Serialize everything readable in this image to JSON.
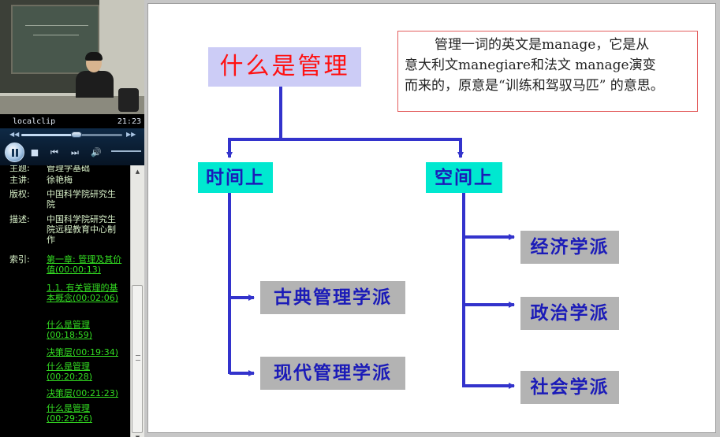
{
  "player": {
    "clip_name": "localclip",
    "clip_time": "21:23",
    "progress_fraction": 0.55,
    "seek_back_icon": "rewind-icon",
    "seek_forward_icon": "fast-forward-icon",
    "controls": {
      "pause_icon": "pause-icon",
      "stop_icon": "stop-icon",
      "prev_icon": "previous-track-icon",
      "next_icon": "next-track-icon",
      "volume_icon": "volume-icon"
    },
    "info": [
      {
        "label": "主题:",
        "value": "管理学基础"
      },
      {
        "label": "主讲:",
        "value": "徐艳梅"
      },
      {
        "label": "版权:",
        "value": "中国科学院研究生院"
      },
      {
        "label": "描述:",
        "value": "中国科学院研究生院远程教育中心制作"
      }
    ],
    "index_label": "索引:",
    "index_links": [
      "第一章: 管理及其价值(00:00:13)",
      "1.1. 有关管理的基本概念(00:02:06)",
      "什么是管理(00:18:59)",
      "决策层(00:19:34)",
      "什么是管理(00:20:28)",
      "决策层(00:21:23)",
      "什么是管理(00:29:26)"
    ]
  },
  "slide": {
    "title": "什么是管理",
    "note_lines": [
      "管理一词的英文是manage，它是从",
      "意大利文manegiare和法文 manage演变",
      "而来的，原意是“训练和驾驭马匹” 的意思。"
    ],
    "branches": {
      "time": {
        "label": "时间上",
        "leaves": [
          "古典管理学派",
          "现代管理学派"
        ]
      },
      "space": {
        "label": "空间上",
        "leaves": [
          "经济学派",
          "政治学派",
          "社会学派"
        ]
      }
    },
    "colors": {
      "title_text": "#ff1111",
      "title_bg": "#ccccf6",
      "branch_bg": "#00e8d0",
      "leaf_bg": "#b3b3b3",
      "label_text": "#1b1bb8",
      "connector": "#3333cc",
      "note_border": "#e35e5e"
    }
  }
}
